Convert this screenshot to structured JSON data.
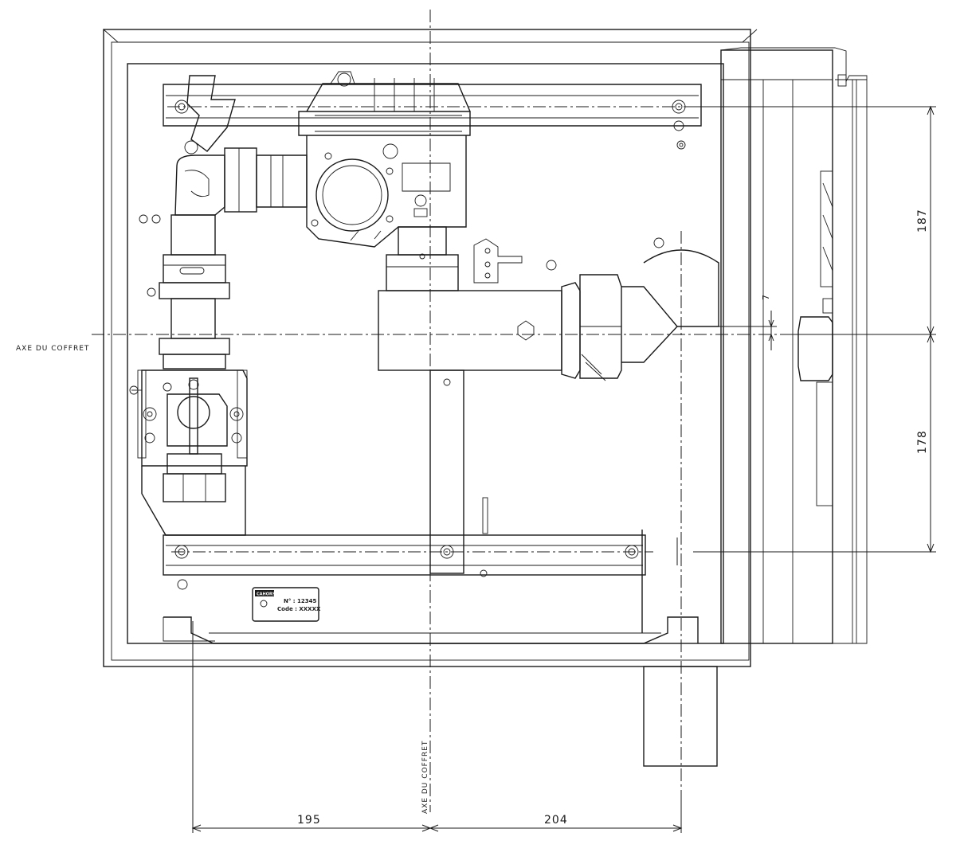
{
  "drawing": {
    "axis_label_horizontal": "AXE DU COFFRET",
    "axis_label_vertical": "AXE DU COFFRET",
    "dimensions": {
      "top_right_vertical": "187",
      "bottom_right_vertical": "178",
      "small_offset": "7",
      "bottom_left": "195",
      "bottom_right": "204"
    },
    "nameplate": {
      "number_line": "N° : 12345",
      "code_line": "Code : XXXXX",
      "logo_text": "CAHORS"
    }
  }
}
